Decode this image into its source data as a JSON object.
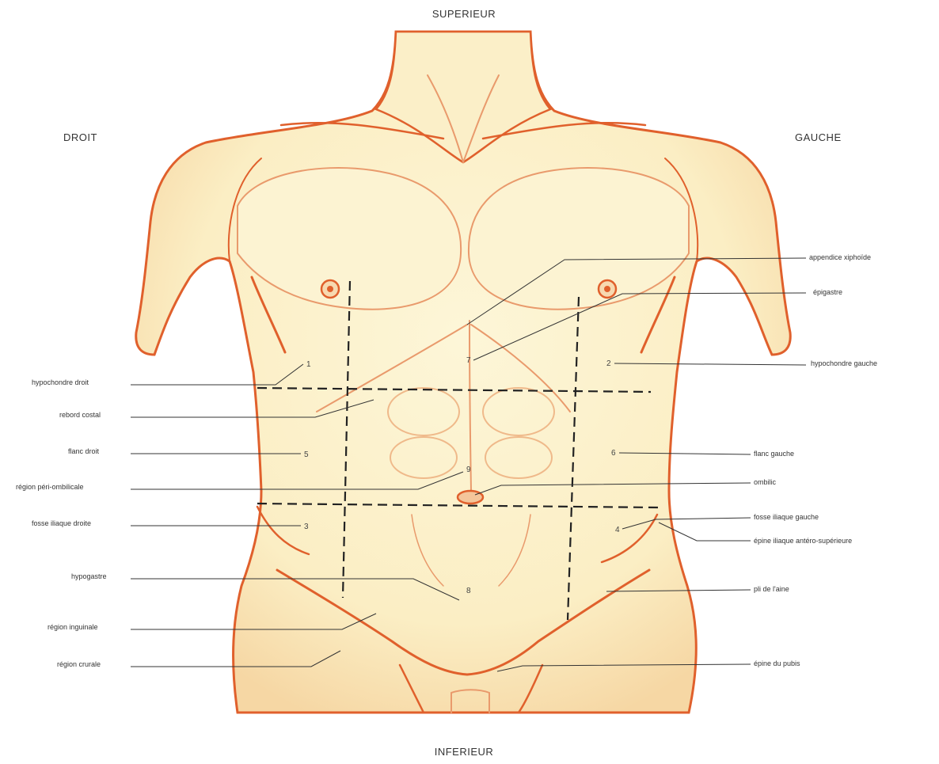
{
  "orientation": {
    "top": "SUPERIEUR",
    "bottom": "INFERIEUR",
    "left": "DROIT",
    "right": "GAUCHE"
  },
  "colors": {
    "skin": "#fbf0c8",
    "contour": "#e0602c",
    "shade": "#f3c08a",
    "lines": "#222222"
  },
  "labels_left": [
    {
      "id": "hypochondre-droit",
      "text": "hypochondre droit"
    },
    {
      "id": "rebord-costal",
      "text": "rebord costal"
    },
    {
      "id": "flanc-droit",
      "text": "flanc droit"
    },
    {
      "id": "region-peri-ombilicale",
      "text": "région péri-ombilicale"
    },
    {
      "id": "fosse-iliaque-droite",
      "text": "fosse iliaque droite"
    },
    {
      "id": "hypogastre",
      "text": "hypogastre"
    },
    {
      "id": "region-inguinale",
      "text": "région inguinale"
    },
    {
      "id": "region-crurale",
      "text": "région crurale"
    }
  ],
  "labels_right": [
    {
      "id": "appendice-xiphoide",
      "text": "appendice xiphoïde"
    },
    {
      "id": "epigastre",
      "text": "épigastre"
    },
    {
      "id": "hypochondre-gauche",
      "text": "hypochondre gauche"
    },
    {
      "id": "flanc-gauche",
      "text": "flanc gauche"
    },
    {
      "id": "ombilic",
      "text": "ombilic"
    },
    {
      "id": "fosse-iliaque-gauche",
      "text": "fosse iliaque gauche"
    },
    {
      "id": "epine-iliaque",
      "text": "épine iliaque antéro-supérieure"
    },
    {
      "id": "pli-de-l-aine",
      "text": "pli de l'aine"
    },
    {
      "id": "epine-du-pubis",
      "text": "épine du pubis"
    }
  ],
  "region_numbers": [
    "1",
    "2",
    "3",
    "4",
    "5",
    "6",
    "7",
    "8",
    "9"
  ]
}
